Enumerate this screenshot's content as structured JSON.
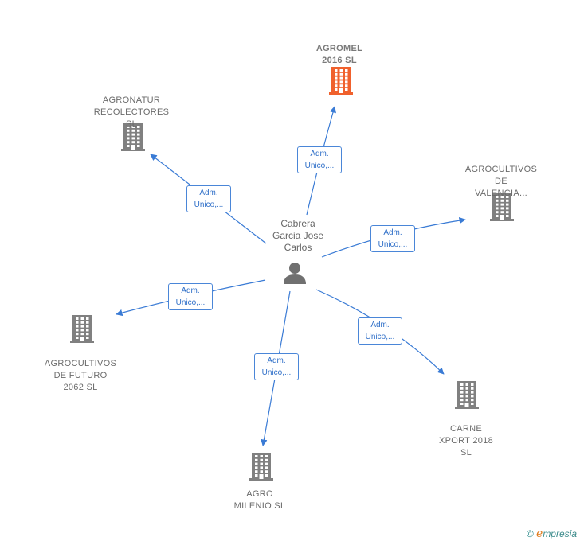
{
  "center": {
    "name": "Cabrera\nGarcia Jose\nCarlos",
    "icon": "person-icon"
  },
  "nodes": [
    {
      "id": "agromel",
      "label": "AGROMEL\n2016  SL",
      "highlight": true,
      "icon": "building-icon"
    },
    {
      "id": "agronatur",
      "label": "AGRONATUR\nRECOLECTORES\nSL",
      "highlight": false,
      "icon": "building-icon"
    },
    {
      "id": "agrocultivos-valencia",
      "label": "AGROCULTIVOS\nDE\nVALENCIA...",
      "highlight": false,
      "icon": "building-icon"
    },
    {
      "id": "agrocultivos-futuro",
      "label": "AGROCULTIVOS\nDE FUTURO\n2062  SL",
      "highlight": false,
      "icon": "building-icon"
    },
    {
      "id": "carne-xport",
      "label": "CARNE\nXPORT 2018\nSL",
      "highlight": false,
      "icon": "building-icon"
    },
    {
      "id": "agro-milenio",
      "label": "AGRO\nMILENIO  SL",
      "highlight": false,
      "icon": "building-icon"
    }
  ],
  "edges": [
    {
      "to": "agromel",
      "label": "Adm.\nUnico,..."
    },
    {
      "to": "agronatur",
      "label": "Adm.\nUnico,..."
    },
    {
      "to": "agrocultivos-valencia",
      "label": "Adm.\nUnico,..."
    },
    {
      "to": "agrocultivos-futuro",
      "label": "Adm.\nUnico,..."
    },
    {
      "to": "carne-xport",
      "label": "Adm.\nUnico,..."
    },
    {
      "to": "agro-milenio",
      "label": "Adm.\nUnico,..."
    }
  ],
  "colors": {
    "edge": "#3a7bd5",
    "building": "#808080",
    "building_highlight": "#f0612d",
    "person": "#707070"
  },
  "footer": {
    "copyright": "©",
    "brand_initial": "e",
    "brand_rest": "mpresia"
  }
}
